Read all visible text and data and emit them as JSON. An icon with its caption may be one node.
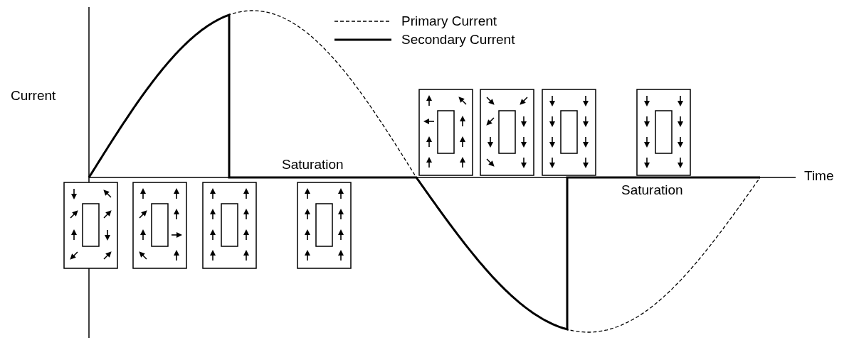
{
  "diagram": {
    "labels": [
      "Current",
      "Saturation",
      "Time",
      "Saturation"
    ],
    "legend": [
      {
        "text": "Primary Current"
      },
      {
        "text": "Secondary Current"
      }
    ]
  }
}
